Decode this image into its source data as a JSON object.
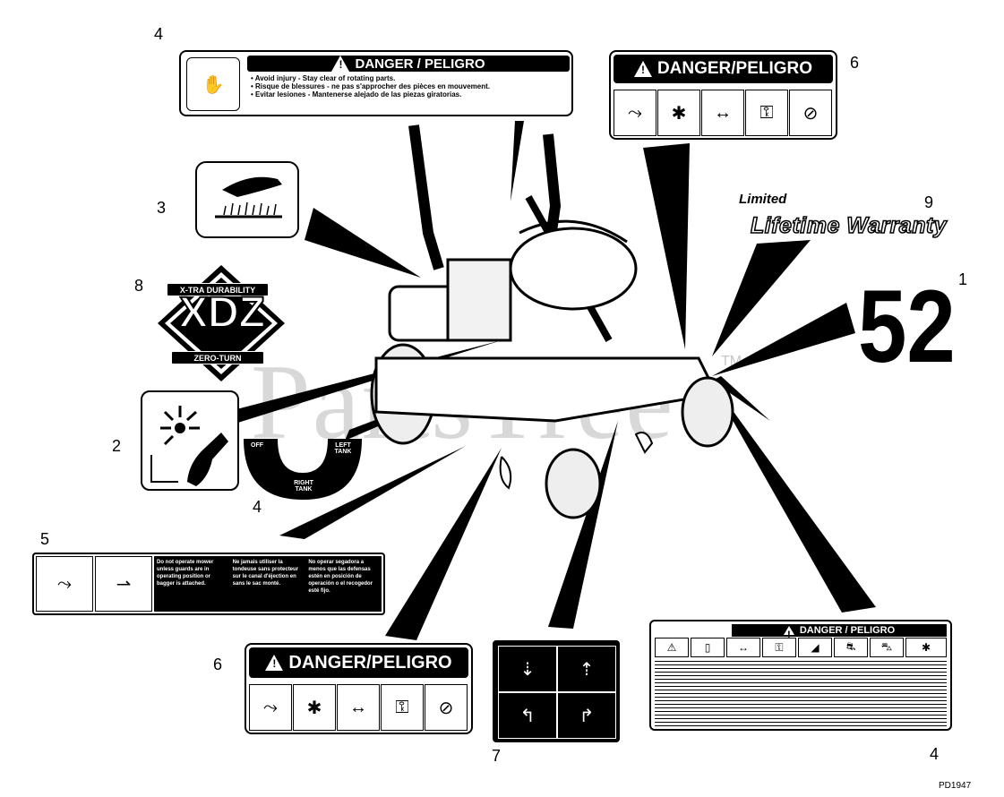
{
  "callouts": {
    "n4_top": "4",
    "n6_top": "6",
    "n3": "3",
    "n9": "9",
    "n8": "8",
    "n1": "1",
    "n2": "2",
    "n4_mid": "4",
    "n5": "5",
    "n6_bottom": "6",
    "n7": "7",
    "n4_bottom": "4"
  },
  "decal4_top": {
    "header": "DANGER / PELIGRO",
    "line1": "• Avoid injury - Stay clear of rotating parts.",
    "line2": "• Risque de blessures - ne pas s'approcher des pièces en mouvement.",
    "line3": "• Evitar lesiones - Mantenerse alejado de las piezas giratorias."
  },
  "decal6_top": {
    "header": "DANGER/PELIGRO"
  },
  "decal9": {
    "limited": "Limited",
    "warranty": "Lifetime Warranty"
  },
  "decal8": {
    "top": "X-TRA DURABILITY",
    "logo": "XDZ",
    "bottom": "ZERO-TURN"
  },
  "decal1": {
    "number": "52"
  },
  "decal4_mid": {
    "off": "OFF",
    "left": "LEFT TANK",
    "right": "RIGHT TANK"
  },
  "decal5": {
    "col1": "Do not operate mower unless guards are in operating position or bagger is attached.",
    "col2": "Ne jamais utiliser la tondeuse sans protecteur sur le canal d'éjection en sans le sac monté.",
    "col3": "No operar segadora a menos que las defensas estén en posición de operación o el recogedor esté fijo."
  },
  "decal6_bottom": {
    "header": "DANGER/PELIGRO"
  },
  "decal4_bottom": {
    "header": "DANGER / PELIGRO"
  },
  "watermark": {
    "text": "PartsTree",
    "tm": "TM"
  },
  "footer": {
    "code": "PD1947"
  }
}
